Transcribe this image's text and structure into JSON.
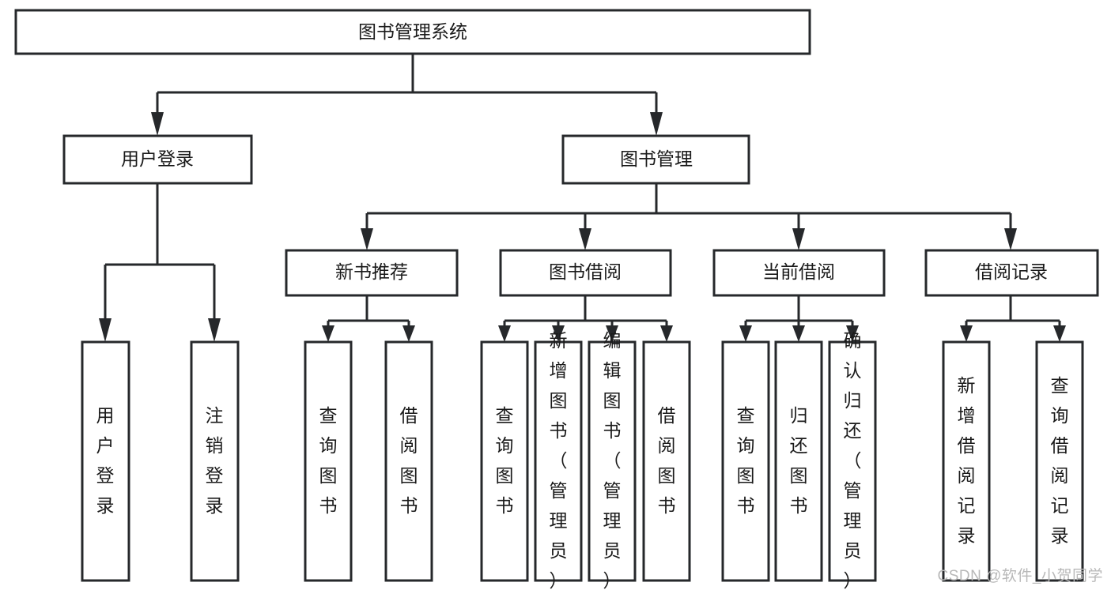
{
  "diagram": {
    "type": "tree",
    "title": "图书管理系统",
    "watermark": "CSDN @软件_小贺同学",
    "colors": {
      "stroke": "#26282b",
      "box_fill": "#ffffff",
      "text": "#1a1a1a",
      "background": "#ffffff",
      "watermark": "#b8b8b8"
    },
    "levels": {
      "level1": [
        "图书管理系统"
      ],
      "level2": [
        "用户登录",
        "图书管理"
      ],
      "level3": [
        "新书推荐",
        "图书借阅",
        "当前借阅",
        "借阅记录"
      ],
      "level4": [
        "用户登录",
        "注销登录",
        "查询图书",
        "借阅图书",
        "查询图书",
        "新增图书（管理员）",
        "编辑图书（管理员）",
        "借阅图书",
        "查询图书",
        "归还图书",
        "确认归还（管理员）",
        "新增借阅记录",
        "查询借阅记录"
      ]
    },
    "nodes": {
      "root": {
        "label": "图书管理系统"
      },
      "user_login": {
        "label": "用户登录"
      },
      "book_manage": {
        "label": "图书管理"
      },
      "new_book_rec": {
        "label": "新书推荐"
      },
      "book_borrow": {
        "label": "图书借阅"
      },
      "current_borrow": {
        "label": "当前借阅"
      },
      "borrow_record": {
        "label": "借阅记录"
      },
      "leaf_user_login": {
        "label": "用户登录"
      },
      "leaf_logout": {
        "label": "注销登录"
      },
      "leaf_query_book_1": {
        "label": "查询图书"
      },
      "leaf_borrow_book_1": {
        "label": "借阅图书"
      },
      "leaf_query_book_2": {
        "label": "查询图书"
      },
      "leaf_add_book": {
        "label": "新增图书（管理员）"
      },
      "leaf_edit_book": {
        "label": "编辑图书（管理员）"
      },
      "leaf_borrow_book_2": {
        "label": "借阅图书"
      },
      "leaf_query_book_3": {
        "label": "查询图书"
      },
      "leaf_return_book": {
        "label": "归还图书"
      },
      "leaf_confirm_return": {
        "label": "确认归还（管理员）"
      },
      "leaf_add_record": {
        "label": "新增借阅记录"
      },
      "leaf_query_record": {
        "label": "查询借阅记录"
      }
    },
    "edges": [
      {
        "from": "root",
        "to": "user_login"
      },
      {
        "from": "root",
        "to": "book_manage"
      },
      {
        "from": "user_login",
        "to": "leaf_user_login"
      },
      {
        "from": "user_login",
        "to": "leaf_logout"
      },
      {
        "from": "book_manage",
        "to": "new_book_rec"
      },
      {
        "from": "book_manage",
        "to": "book_borrow"
      },
      {
        "from": "book_manage",
        "to": "current_borrow"
      },
      {
        "from": "book_manage",
        "to": "borrow_record"
      },
      {
        "from": "new_book_rec",
        "to": "leaf_query_book_1"
      },
      {
        "from": "new_book_rec",
        "to": "leaf_borrow_book_1"
      },
      {
        "from": "book_borrow",
        "to": "leaf_query_book_2"
      },
      {
        "from": "book_borrow",
        "to": "leaf_add_book"
      },
      {
        "from": "book_borrow",
        "to": "leaf_edit_book"
      },
      {
        "from": "book_borrow",
        "to": "leaf_borrow_book_2"
      },
      {
        "from": "current_borrow",
        "to": "leaf_query_book_3"
      },
      {
        "from": "current_borrow",
        "to": "leaf_return_book"
      },
      {
        "from": "current_borrow",
        "to": "leaf_confirm_return"
      },
      {
        "from": "borrow_record",
        "to": "leaf_add_record"
      },
      {
        "from": "borrow_record",
        "to": "leaf_query_record"
      }
    ]
  }
}
